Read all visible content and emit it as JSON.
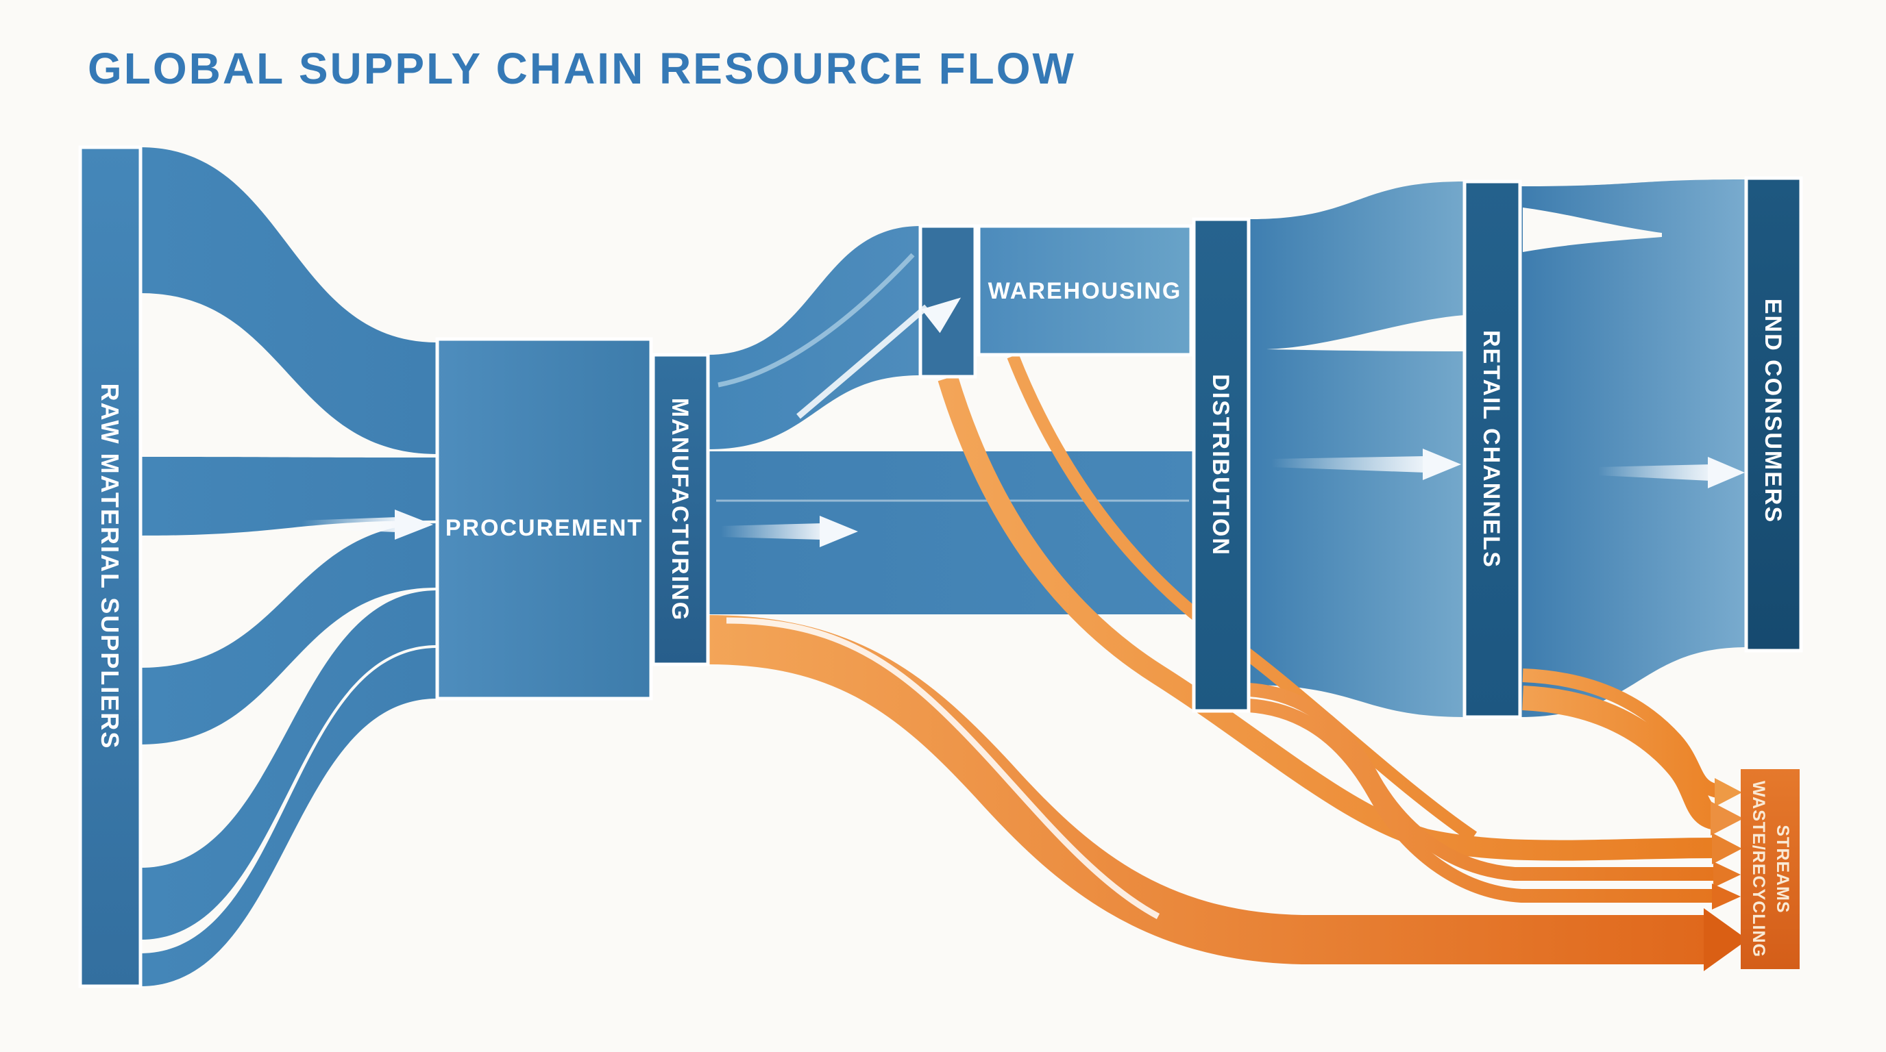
{
  "title": "GLOBAL SUPPLY CHAIN RESOURCE FLOW",
  "diagram_type": "sankey",
  "nodes": [
    {
      "id": "raw-material-suppliers",
      "label": "RAW MATERIAL SUPPLIERS"
    },
    {
      "id": "procurement",
      "label": "PROCUREMENT"
    },
    {
      "id": "manufacturing",
      "label": "MANUFACTURING"
    },
    {
      "id": "warehousing",
      "label": "WAREHOUSING"
    },
    {
      "id": "distribution",
      "label": "DISTRIBUTION"
    },
    {
      "id": "retail-channels",
      "label": "RETAIL CHANNELS"
    },
    {
      "id": "end-consumers",
      "label": "END CONSUMERS"
    },
    {
      "id": "waste-recycling",
      "label": "WASTE/RECYCLING STREAMS",
      "label_line1": "WASTE/RECYCLING",
      "label_line2": "STREAMS"
    }
  ],
  "links": [
    {
      "source": "RAW MATERIAL SUPPLIERS",
      "target": "PROCUREMENT",
      "color": "blue",
      "streams": 5
    },
    {
      "source": "PROCUREMENT",
      "target": "MANUFACTURING",
      "color": "blue",
      "streams": 1
    },
    {
      "source": "MANUFACTURING",
      "target": "WAREHOUSING",
      "color": "blue",
      "streams": 1
    },
    {
      "source": "MANUFACTURING",
      "target": "DISTRIBUTION",
      "color": "blue",
      "streams": 1
    },
    {
      "source": "MANUFACTURING",
      "target": "WASTE/RECYCLING STREAMS",
      "color": "orange",
      "streams": 1
    },
    {
      "source": "WAREHOUSING",
      "target": "DISTRIBUTION",
      "color": "blue",
      "streams": 1
    },
    {
      "source": "WAREHOUSING",
      "target": "WASTE/RECYCLING STREAMS",
      "color": "orange",
      "streams": 2
    },
    {
      "source": "DISTRIBUTION",
      "target": "RETAIL CHANNELS",
      "color": "blue",
      "streams": 1
    },
    {
      "source": "DISTRIBUTION",
      "target": "WASTE/RECYCLING STREAMS",
      "color": "orange",
      "streams": 2
    },
    {
      "source": "RETAIL CHANNELS",
      "target": "END CONSUMERS",
      "color": "blue",
      "streams": 1
    },
    {
      "source": "RETAIL CHANNELS",
      "target": "WASTE/RECYCLING STREAMS",
      "color": "orange",
      "streams": 2
    }
  ],
  "colors": {
    "background": "#fbfaf7",
    "title": "#3579b6",
    "node_label": "#ffffff",
    "waste_label": "#f9ead6",
    "raw_top": "#4587b9",
    "raw_bottom": "#336f9f",
    "proc_left": "#4e8dbd",
    "proc_right": "#3d7cab",
    "manu_top": "#32709f",
    "manu_bottom": "#275e8b",
    "whse_bar": "#36719f",
    "whse_left": "#4c8bbc",
    "whse_right": "#69a3c8",
    "dist_top": "#26638e",
    "dist_bottom": "#1e5982",
    "retail_top": "#24618c",
    "retail_bottom": "#1d5781",
    "end_top": "#1e5880",
    "end_bottom": "#164a6f",
    "waste_top": "#e5792c",
    "waste_bottom": "#d45e19",
    "flow_blue": "#4080b2",
    "flow_blue_light": "#74a8cb",
    "orange_light": "#f3a558",
    "orange_dark": "#df661a",
    "arrow_white": "#f4f8fc",
    "waste_arrow_tips": [
      "#ee9a45",
      "#ec9040",
      "#e8832f",
      "#e57825",
      "#e26d1d",
      "#da5f14"
    ]
  }
}
